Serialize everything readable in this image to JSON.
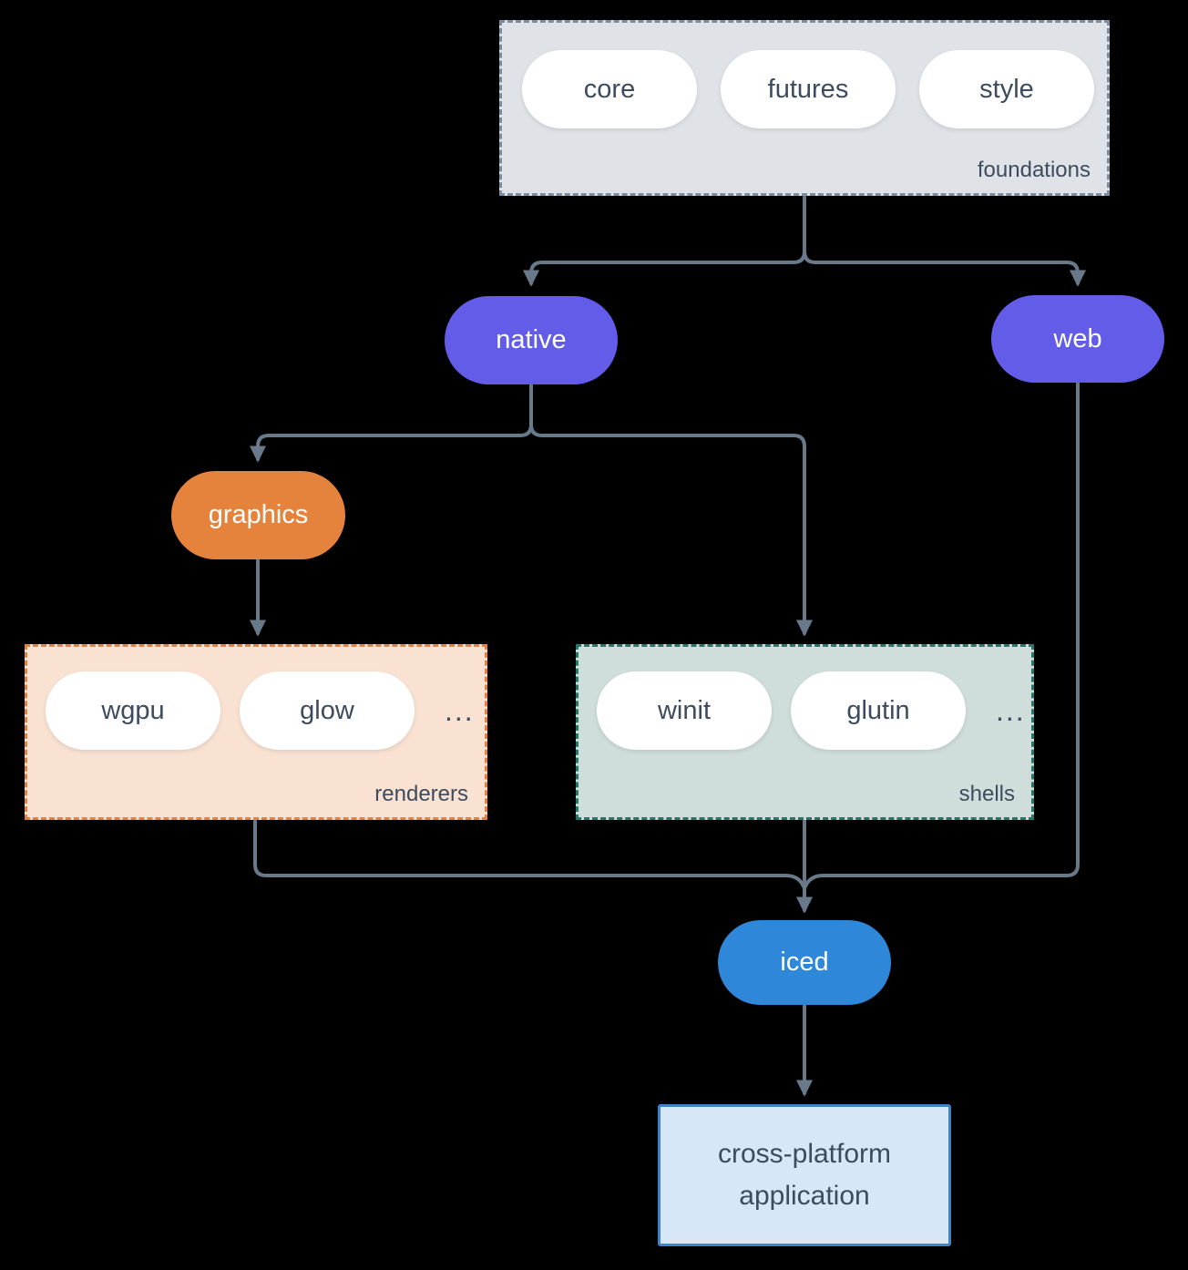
{
  "colors": {
    "background": "#000000",
    "connector": "#68798a",
    "purple_node": "#635ce8",
    "orange_node": "#e5833c",
    "blue_node": "#2e87d8",
    "white_pill": "#ffffff",
    "foundations_bg": "#dfe3e7",
    "foundations_border": "#7d8da0",
    "renderers_bg": "#f9e2d2",
    "renderers_border": "#e8823b",
    "shells_bg": "#cfdeda",
    "shells_border": "#20796b",
    "application_bg": "#d8e7f8",
    "application_border": "#3f83c9",
    "dark_text": "#3d4b5e",
    "light_text": "#ffffff"
  },
  "diagram": {
    "foundations": {
      "label": "foundations",
      "items": [
        "core",
        "futures",
        "style"
      ]
    },
    "native": {
      "label": "native"
    },
    "web": {
      "label": "web"
    },
    "graphics": {
      "label": "graphics"
    },
    "renderers": {
      "label": "renderers",
      "items": [
        "wgpu",
        "glow"
      ],
      "ellipsis": "..."
    },
    "shells": {
      "label": "shells",
      "items": [
        "winit",
        "glutin"
      ],
      "ellipsis": "..."
    },
    "iced": {
      "label": "iced"
    },
    "application": {
      "label": "cross-platform application"
    }
  }
}
